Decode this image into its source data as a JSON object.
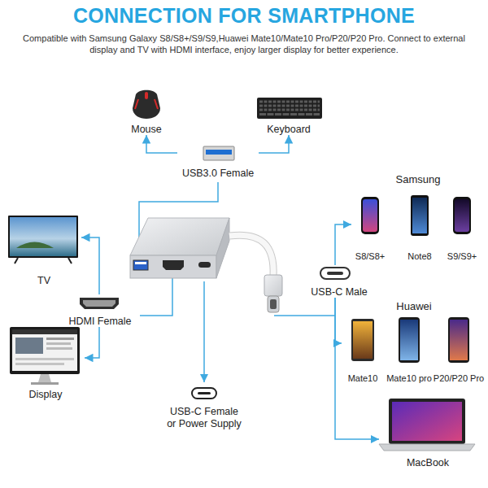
{
  "diagram": {
    "title": "CONNECTION FOR SMARTPHONE",
    "nodes": [
      {
        "text": [
          "Mouse"
        ]
      },
      {
        "text": [
          "Keyboard"
        ]
      },
      {
        "text": [
          "USB3.0 Female"
        ]
      },
      {
        "text": [
          "Samsung"
        ]
      },
      {
        "text": [
          "S8/S8+"
        ],
        "in": 3
      },
      {
        "text": [
          "Note8"
        ],
        "in": 3
      },
      {
        "text": [
          "S9/S9+"
        ],
        "in": 3
      },
      {
        "text": [
          "TV"
        ]
      },
      {
        "text": [
          "USB-C Male"
        ]
      },
      {
        "text": [
          "HDMI Female"
        ]
      },
      {
        "text": [
          "Huawei"
        ]
      },
      {
        "text": [
          "Mate10"
        ],
        "in": 10
      },
      {
        "text": [
          "Mate10 pro"
        ],
        "in": 10
      },
      {
        "text": [
          "P20/P20 Pro"
        ],
        "in": 10
      },
      {
        "text": [
          "Display"
        ]
      },
      {
        "text": [
          "USB-C Female or Power Supply"
        ]
      },
      {
        "text": [
          "MacBook"
        ]
      }
    ],
    "edges": [
      {
        "from": 2,
        "to": 0,
        "arrow": "to"
      },
      {
        "from": 2,
        "to": 1,
        "arrow": "to"
      },
      {
        "from": 9,
        "to": 7,
        "arrow": "to"
      },
      {
        "from": 9,
        "to": 14,
        "arrow": "to"
      },
      {
        "from": 8,
        "to": 3,
        "arrow": "to"
      },
      {
        "from": 8,
        "to": 10,
        "arrow": "to"
      },
      {
        "from": 8,
        "to": 16,
        "arrow": "to"
      }
    ],
    "labels": [
      "Compatible with Samsung Galaxy S8/S8+/S9/S9,Huawei Mate10/Mate10 Pro/P20/P20 Pro. Connect to external display and TV with HDMI interface, enjoy larger display for better experience."
    ]
  }
}
